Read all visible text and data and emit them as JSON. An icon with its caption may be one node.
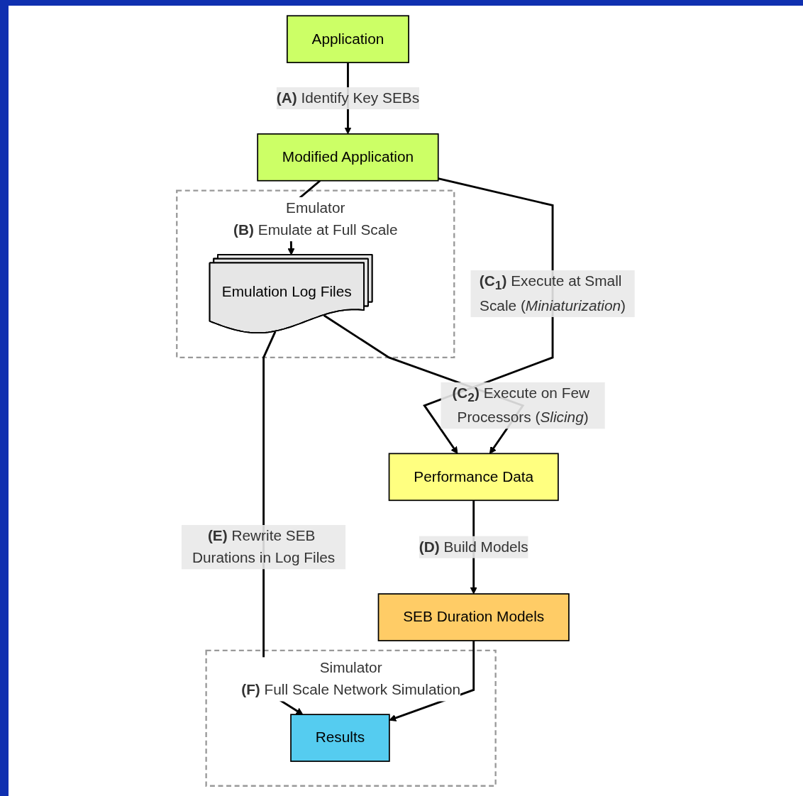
{
  "diagram": {
    "nodes": [
      {
        "text": [
          "Application"
        ]
      },
      {
        "text": [
          "Modified Application"
        ]
      },
      {
        "text": [
          "Emulator",
          "**(B)** Emulate at Full Scale"
        ]
      },
      {
        "text": [
          "Emulation Log Files"
        ],
        "in": 2
      },
      {
        "text": [
          "Performance Data"
        ]
      },
      {
        "text": [
          "SEB Duration Models"
        ]
      },
      {
        "text": [
          "Simulator",
          "**(F)** Full Scale Network Simulation"
        ]
      },
      {
        "text": [
          "Results"
        ],
        "in": 6
      }
    ],
    "edges": [
      {
        "from": 0,
        "to": 1,
        "arrow": "to",
        "label": "**(A)** Identify Key SEBs"
      },
      {
        "from": 1,
        "to": 3,
        "arrow": "to"
      },
      {
        "from": 1,
        "to": 4,
        "arrow": "to",
        "label": "**(C$_{1}$)** Execute at Small Scale (*Miniaturization*)"
      },
      {
        "from": 3,
        "to": 4,
        "arrow": "to",
        "label": "**(C$_{2}$)** Execute on Few Processors (*Slicing*)"
      },
      {
        "from": 4,
        "to": 5,
        "arrow": "to",
        "label": "**(D)** Build Models"
      },
      {
        "from": 3,
        "to": 7,
        "arrow": "to",
        "label": "**(E)** Rewrite SEB Durations in Log Files"
      },
      {
        "from": 5,
        "to": 7,
        "arrow": "to"
      }
    ]
  }
}
